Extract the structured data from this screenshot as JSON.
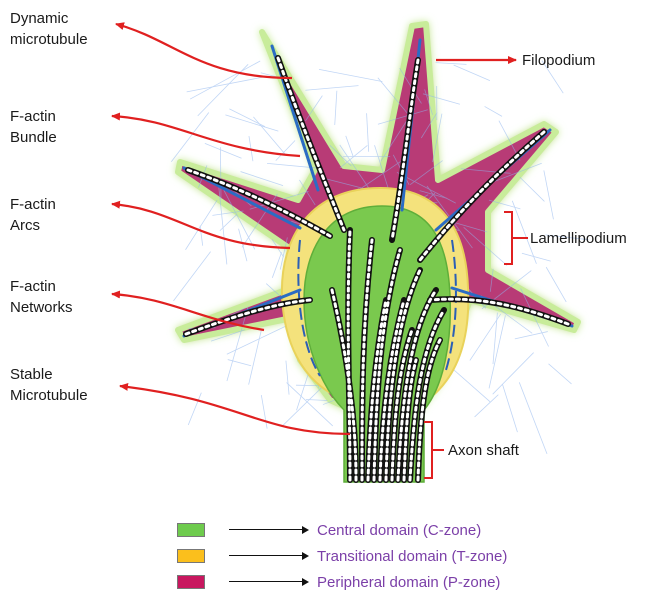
{
  "labels": {
    "dynamic_microtubule": [
      "Dynamic",
      "microtubule"
    ],
    "factin_bundle": [
      "F-actin",
      "Bundle"
    ],
    "factin_arcs": [
      "F-actin",
      "Arcs"
    ],
    "factin_networks": [
      "F-actin",
      "Networks"
    ],
    "stable_microtubule": [
      "Stable",
      "Microtubule"
    ],
    "filopodium": "Filopodium",
    "lamellipodium": "Lamellipodium",
    "axon_shaft": "Axon shaft"
  },
  "legend": [
    {
      "color": "#6ecb4d",
      "text": "Central domain (C-zone)"
    },
    {
      "color": "#fbbf1c",
      "text": "Transitional domain (T-zone)"
    },
    {
      "color": "#c8175f",
      "text": "Peripheral domain (P-zone)"
    }
  ],
  "colors": {
    "peripheral": "#b83a76",
    "transitional": "#f4e27c",
    "central": "#7ac94e",
    "arrow": "#e02020",
    "legend_text": "#7b3fa8"
  }
}
